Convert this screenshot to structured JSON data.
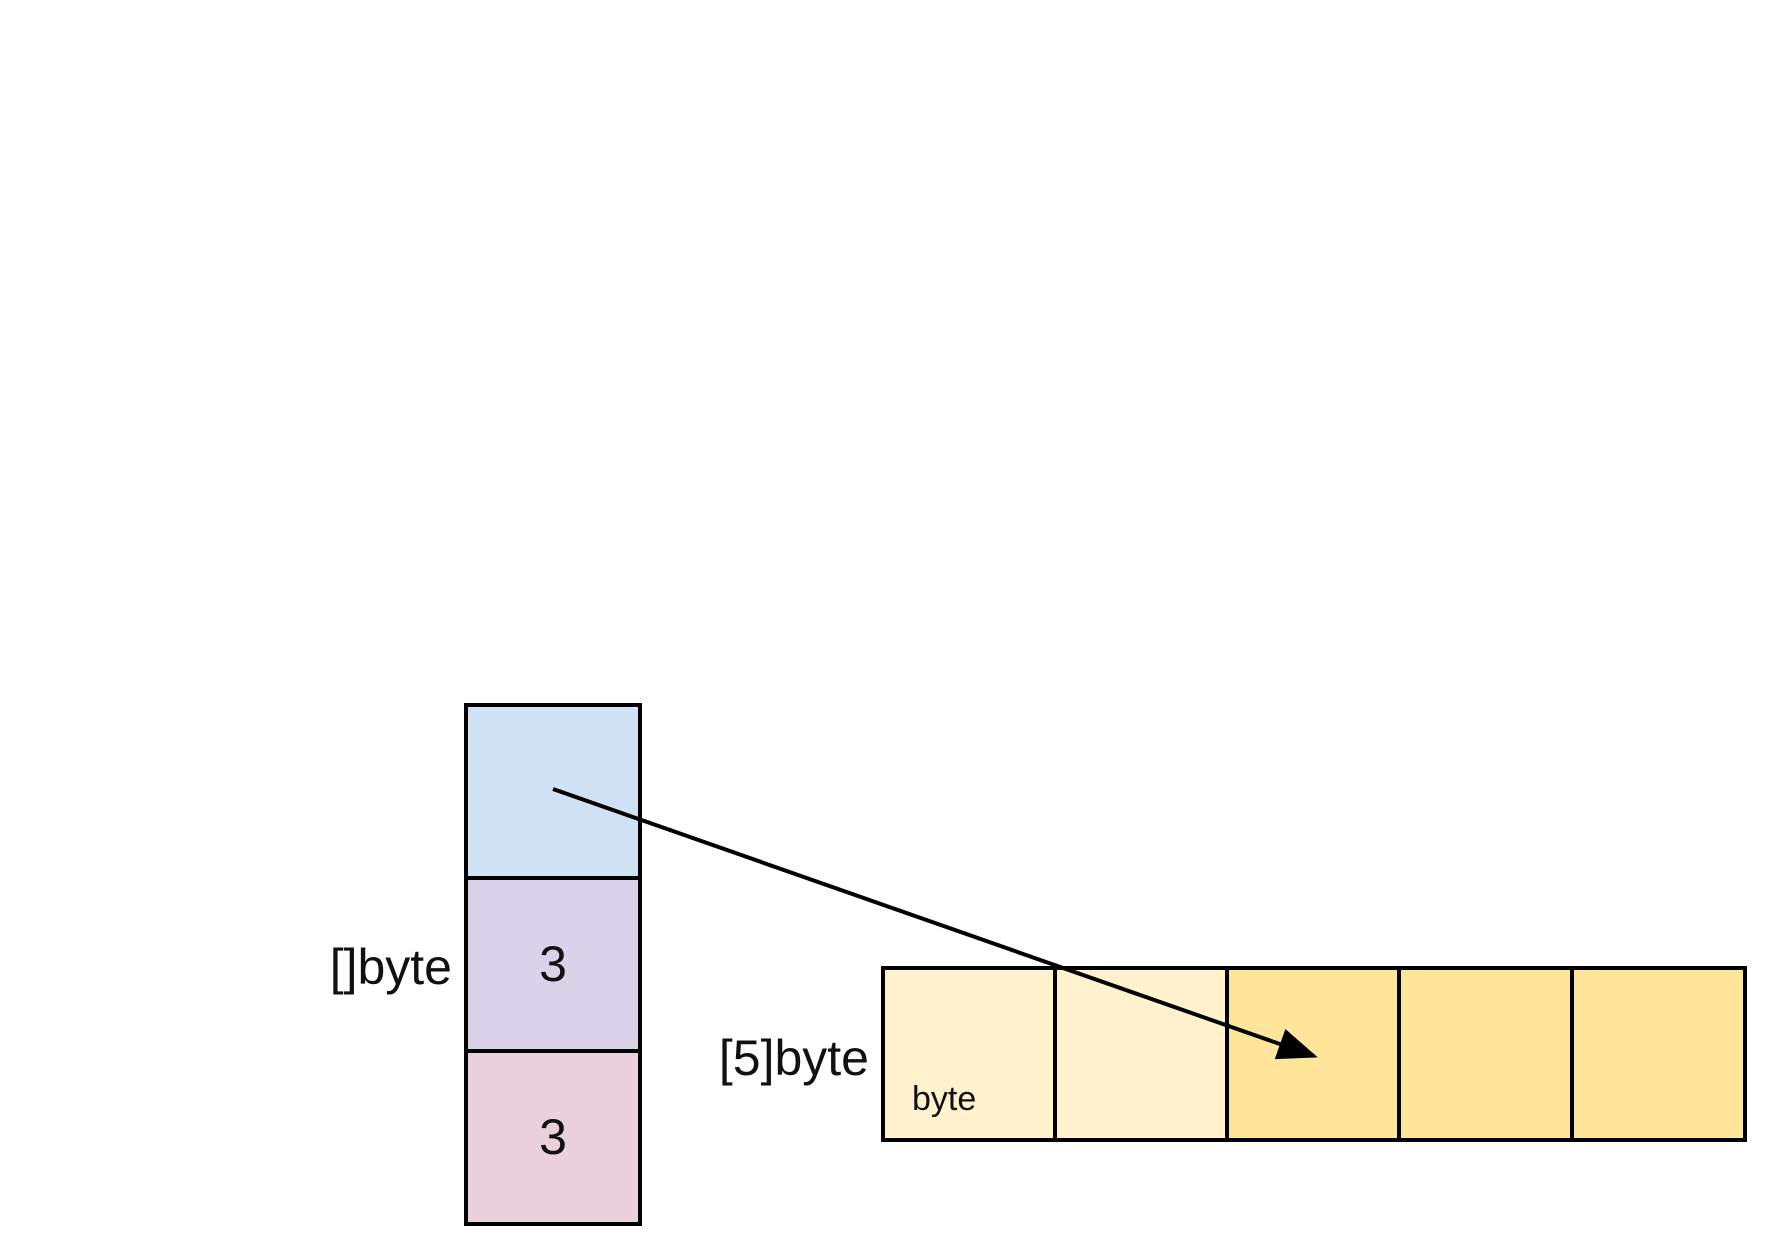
{
  "slice": {
    "label": "[]byte",
    "fields": [
      {
        "value": "",
        "color": "#cfe2f3"
      },
      {
        "value": "3",
        "color": "#d9d2e9"
      },
      {
        "value": "3",
        "color": "#ead1dc"
      }
    ]
  },
  "array": {
    "label": "[5]byte",
    "element_label": "byte",
    "cells": [
      {
        "color": "#fff2cc"
      },
      {
        "color": "#fff2cc"
      },
      {
        "color": "#ffe599"
      },
      {
        "color": "#ffe599"
      },
      {
        "color": "#ffe599"
      }
    ]
  },
  "pointer": {
    "from": "slice pointer field",
    "to": "array cell 3"
  }
}
